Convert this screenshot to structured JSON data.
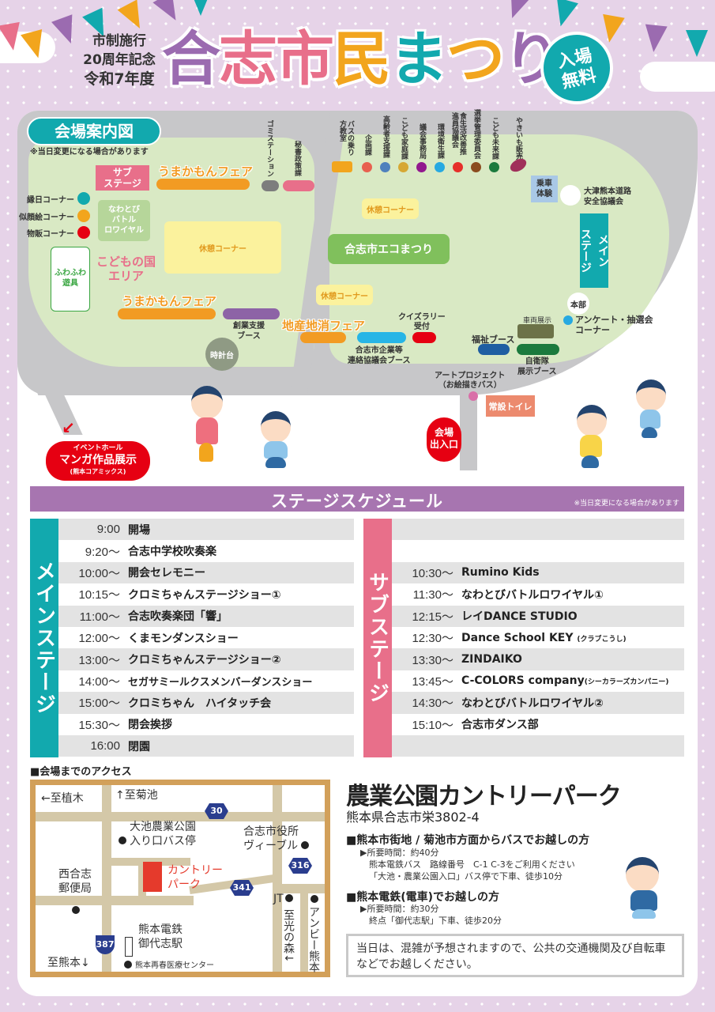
{
  "header": {
    "subtitle_lines": [
      "市制施行",
      "20周年記念",
      "令和7年度"
    ],
    "title_chars": [
      {
        "char": "合",
        "color": "#9b6bb0"
      },
      {
        "char": "志",
        "color": "#e86f8a"
      },
      {
        "char": "市",
        "color": "#e86f8a"
      },
      {
        "char": "民",
        "color": "#f2a51d"
      },
      {
        "char": "ま",
        "color": "#12a9ae"
      },
      {
        "char": "つ",
        "color": "#f2a51d"
      },
      {
        "char": "り",
        "color": "#9b6bb0"
      }
    ],
    "free_badge": [
      "入場",
      "無料"
    ]
  },
  "map": {
    "title": "会場案内図",
    "note": "※当日変更になる場合があります",
    "legend": [
      {
        "label": "縁日コーナー",
        "color": "#12a9ae"
      },
      {
        "label": "似顔絵コーナー",
        "color": "#f2a51d"
      },
      {
        "label": "物販コーナー",
        "color": "#e60012"
      }
    ],
    "sub_stage": "サブステージ",
    "sub_stage_lines": [
      "サブ",
      "ステージ"
    ],
    "nawatobi_lines": [
      "なわとび",
      "バトル",
      "ロワイヤル"
    ],
    "fuwafuwa_lines": [
      "ふわふわ",
      "遊具"
    ],
    "kodomo_lines": [
      "こどもの国",
      "エリア"
    ],
    "umakamon_1": "うまかもんフェア",
    "umakamon_2": "うまかもんフェア",
    "chisan": "地産地消フェア",
    "rest_corner": "休憩コーナー",
    "eco": "合志市エコまつり",
    "gomi": "ゴミステーション",
    "hisho": "秘書政策課",
    "bus_class": "バスの乗り方教室",
    "top_booths": [
      {
        "label": "企画課",
        "color": "#e8604f"
      },
      {
        "label": "高齢者支援課",
        "color": "#4f81bd"
      },
      {
        "label": "こども家庭課",
        "color": "#d6a834"
      },
      {
        "label": "議会事務局",
        "color": "#92188e"
      },
      {
        "label": "環境衛生課",
        "color": "#27a9e1"
      },
      {
        "label": "食生活改善推進員協議会",
        "color": "#e62f2a"
      },
      {
        "label": "選挙管理委員会",
        "color": "#8b4b1f"
      },
      {
        "label": "こども未来課",
        "color": "#1b7a3d"
      },
      {
        "label": "やきいも販売",
        "color": "#a0305a"
      }
    ],
    "jousha": [
      "乗車",
      "体験"
    ],
    "otsu_lines": [
      "大津熊本道路",
      "安全協議会"
    ],
    "main_stage_lines": [
      "メイン",
      "ステージ"
    ],
    "honbu": "本部",
    "survey_lines": [
      "アンケート・抽選会",
      "コーナー"
    ],
    "sharyo": "車両展示",
    "fukushi": "福祉ブース",
    "jieitai_lines": [
      "自衛隊",
      "展示ブース"
    ],
    "quiz_lines": [
      "クイズラリー",
      "受付"
    ],
    "kigyou_lines": [
      "合志市企業等",
      "連絡協議会ブース"
    ],
    "sougyou_lines": [
      "創業支援",
      "ブース"
    ],
    "tokei": "時計台",
    "art_lines": [
      "アートプロジェクト",
      "（お絵描きバス）"
    ],
    "toilet": "常設トイレ",
    "entrance_lines": [
      "会場",
      "出入口"
    ],
    "event_hall_lines": [
      "イベントホール",
      "マンガ作品展示",
      "(熊本コアミックス)"
    ]
  },
  "schedule": {
    "title": "ステージスケジュール",
    "note": "※当日変更になる場合があります",
    "main": {
      "label": "メインステージ",
      "color": "#12a9ae",
      "rows": [
        {
          "time": "9:00",
          "event": "開場"
        },
        {
          "time": "9:20～",
          "event": "合志中学校吹奏楽"
        },
        {
          "time": "10:00～",
          "event": "開会セレモニー"
        },
        {
          "time": "10:15～",
          "event": "クロミちゃんステージショー①"
        },
        {
          "time": "11:00～",
          "event": "合志吹奏楽団「響」"
        },
        {
          "time": "12:00～",
          "event": "くまモンダンスショー"
        },
        {
          "time": "13:00～",
          "event": "クロミちゃんステージショー②"
        },
        {
          "time": "14:00～",
          "event": "セガサミールクスメンバーダンスショー"
        },
        {
          "time": "15:00～",
          "event": "クロミちゃん　ハイタッチ会"
        },
        {
          "time": "15:30～",
          "event": "閉会挨拶"
        },
        {
          "time": "16:00",
          "event": "閉園"
        }
      ]
    },
    "sub": {
      "label": "サブステージ",
      "color": "#e86f8a",
      "rows": [
        {
          "time": "",
          "event": "",
          "note": ""
        },
        {
          "time": "",
          "event": "",
          "note": ""
        },
        {
          "time": "10:30～",
          "event": "Rumino Kids",
          "note": ""
        },
        {
          "time": "11:30～",
          "event": "なわとびバトルロワイヤル①",
          "note": ""
        },
        {
          "time": "12:15～",
          "event": "レイDANCE STUDIO",
          "note": ""
        },
        {
          "time": "12:30～",
          "event": "Dance School KEY",
          "note": "(クラブこうし)"
        },
        {
          "time": "13:30～",
          "event": "ZINDAIKO",
          "note": ""
        },
        {
          "time": "13:45～",
          "event": "C-COLORS company",
          "note": "(シーカラーズカンパニー)"
        },
        {
          "time": "14:30～",
          "event": "なわとびバトルロワイヤル②",
          "note": ""
        },
        {
          "time": "15:10～",
          "event": "合志市ダンス部",
          "note": ""
        },
        {
          "time": "",
          "event": "",
          "note": ""
        }
      ]
    }
  },
  "access": {
    "title": "■会場までのアクセス",
    "map_labels": {
      "to_ueki": "←至植木",
      "to_kikuchi": "↑至菊池",
      "route30": "30",
      "bus_stop_lines": [
        "大池農業公園",
        "入り口バス停"
      ],
      "city_hall_lines": [
        "合志市役所",
        "ヴィーブル"
      ],
      "route316": "316",
      "nishigoshi_lines": [
        "西合志",
        "郵便局"
      ],
      "country_park_lines": [
        "カントリー",
        "パーク"
      ],
      "route341": "341",
      "jt": "JT",
      "ambi": "アンビー熊本",
      "hikari": "至光の森↓",
      "station_lines": [
        "熊本電鉄",
        "御代志駅"
      ],
      "route387": "387",
      "to_kumamoto": "至熊本↓",
      "hospital": "熊本再春医療センター"
    },
    "venue_name": "農業公園カントリーパーク",
    "address": "熊本県合志市栄3802-4",
    "routes": [
      {
        "heading": "■熊本市街地 / 菊池市方面からバスでお越しの方",
        "lines": [
          "▶所要時間：約40分",
          "熊本電鉄バス　路線番号　C-1 C-3をご利用ください",
          "「大池・農業公園入口」バス停で下車、徒歩10分"
        ]
      },
      {
        "heading": "■熊本電鉄(電車)でお越しの方",
        "lines": [
          "▶所要時間：約30分",
          "終点「御代志駅」下車、徒歩20分"
        ]
      }
    ],
    "notice": "当日は、混雑が予想されますので、公共の交通機関及び自転車などでお越しください。"
  }
}
